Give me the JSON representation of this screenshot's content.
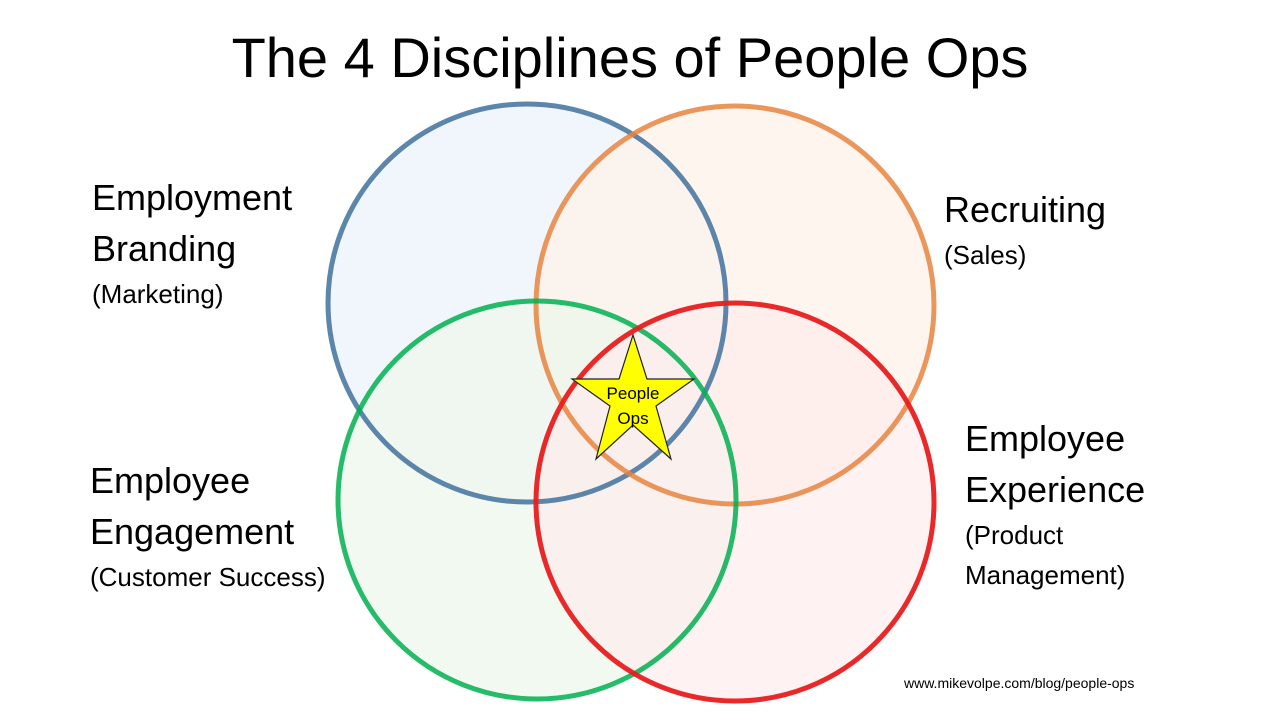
{
  "title": "The 4 Disciplines of People Ops",
  "circles": [
    {
      "id": "branding",
      "name": "Employment Branding",
      "name_lines": [
        "Employment",
        "Branding"
      ],
      "analogy": "(Marketing)",
      "stroke": "#41719C",
      "fill": "#EEF4FB"
    },
    {
      "id": "recruiting",
      "name": "Recruiting",
      "name_lines": [
        "Recruiting"
      ],
      "analogy": "(Sales)",
      "stroke": "#E8843F",
      "fill": "#FDF2EA"
    },
    {
      "id": "engagement",
      "name": "Employee Engagement",
      "name_lines": [
        "Employee",
        "Engagement"
      ],
      "analogy": "(Customer Success)",
      "stroke": "#00B050",
      "fill": "#EEF7EC"
    },
    {
      "id": "experience",
      "name": "Employee Experience",
      "name_lines": [
        "Employee",
        "Experience"
      ],
      "analogy_lines": [
        "(Product",
        "Management)"
      ],
      "stroke": "#E81E1E",
      "fill": "#FDEDEC"
    }
  ],
  "center": {
    "lines": [
      "People",
      "Ops"
    ],
    "icon": "star-icon",
    "fill": "#FFFF00",
    "stroke": "#222222"
  },
  "source": "www.mikevolpe.com/blog/people-ops"
}
